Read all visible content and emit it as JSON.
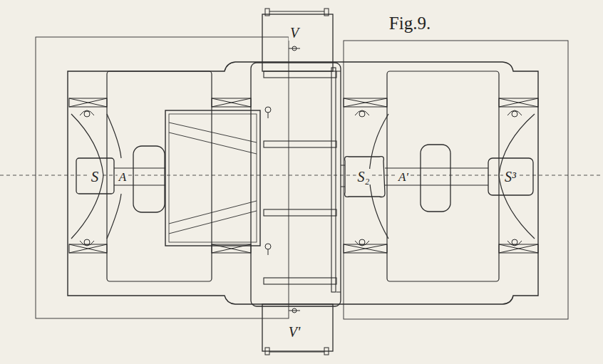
{
  "diagram": {
    "title": "Fig.9.",
    "labels": [
      "V",
      "S",
      "A",
      "S₂",
      "A'",
      "S³",
      "V'"
    ]
  }
}
